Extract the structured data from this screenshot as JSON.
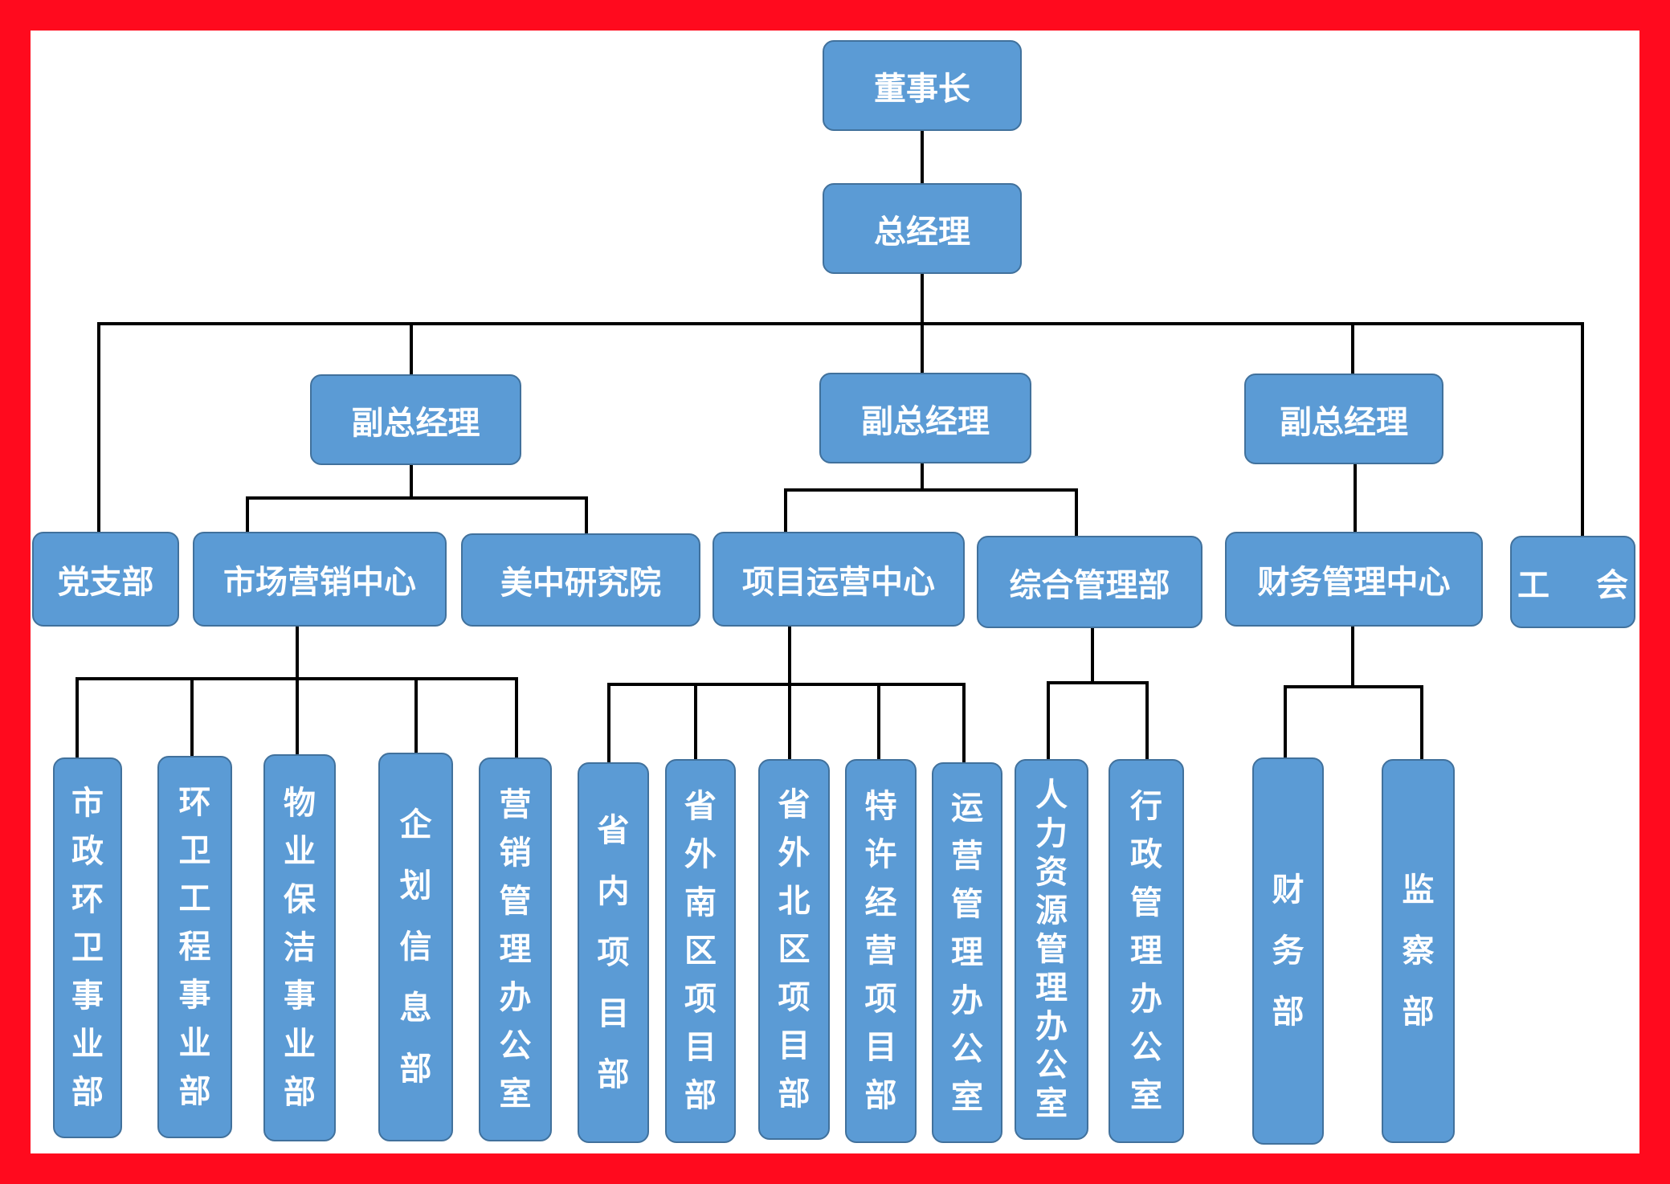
{
  "colors": {
    "frame": "#ff0a1e",
    "background": "#ffffff",
    "box_fill": "#5b9bd5",
    "box_border": "#41719c",
    "text": "#ffffff",
    "line": "#000000"
  },
  "org": {
    "chairman": "董事长",
    "general_manager": "总经理",
    "vp_left": "副总经理",
    "vp_center": "副总经理",
    "vp_right": "副总经理",
    "party_branch": "党支部",
    "marketing_center": "市场营销中心",
    "research_institute": "美中研究院",
    "project_ops_center": "项目运营中心",
    "general_admin_dept": "综合管理部",
    "finance_center": "财务管理中心",
    "labor_union": "工 会",
    "municipal_sanitation": "市政环卫事业部",
    "sanitation_engineering": "环卫工程事业部",
    "property_cleaning": "物业保洁事业部",
    "planning_info": "企划信息部",
    "marketing_office": "营销管理办公室",
    "provincial_projects": "省内项目部",
    "southern_projects": "省外南区项目部",
    "northern_projects": "省外北区项目部",
    "franchise_projects": "特许经营项目部",
    "ops_office": "运营管理办公室",
    "hr_office": "人力资源管理办公室",
    "admin_office": "行政管理办公室",
    "finance_dept": "财务部",
    "supervision_dept": "监察部"
  }
}
